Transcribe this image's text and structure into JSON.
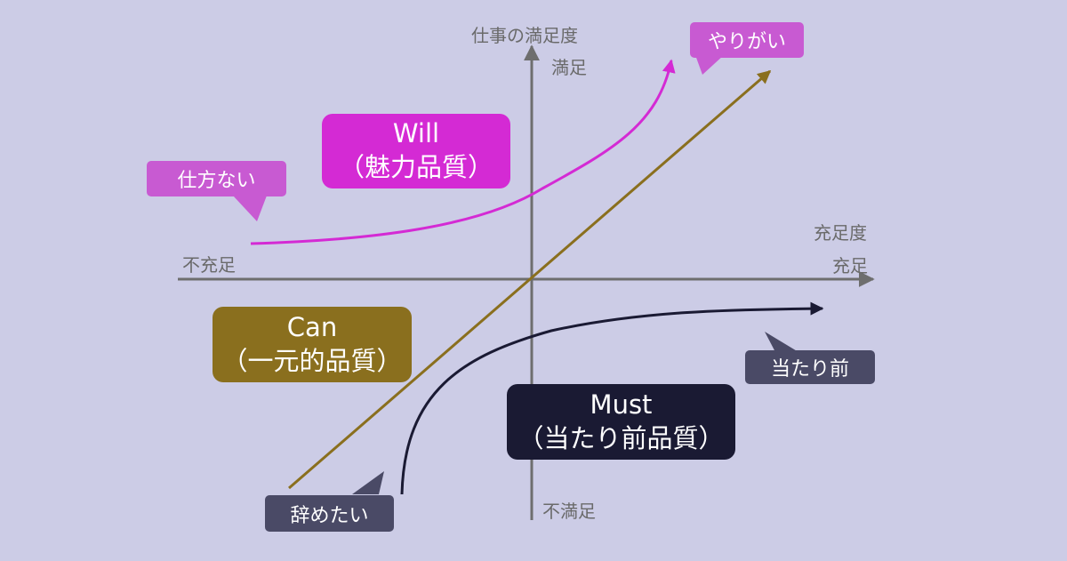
{
  "axes": {
    "y_title": "仕事の満足度",
    "y_top": "満足",
    "y_bottom": "不満足",
    "x_title": "充足度",
    "x_right": "充足",
    "x_left": "不充足"
  },
  "quadrants": {
    "will": {
      "title": "Will",
      "subtitle": "（魅力品質）"
    },
    "can": {
      "title": "Can",
      "subtitle": "（一元的品質）"
    },
    "must": {
      "title": "Must",
      "subtitle": "（当たり前品質）"
    }
  },
  "callouts": {
    "yarigai": "やりがい",
    "shikatanai": "仕方ない",
    "atarimae": "当たり前",
    "jisametai": "辞めたい"
  },
  "colors": {
    "background": "#cccce6",
    "axis": "#6e6e6e",
    "will": "#d42ad4",
    "will_callout": "#c85ad2",
    "can": "#8a6f1e",
    "must": "#1a1a33",
    "must_callout": "#4a4a66"
  }
}
